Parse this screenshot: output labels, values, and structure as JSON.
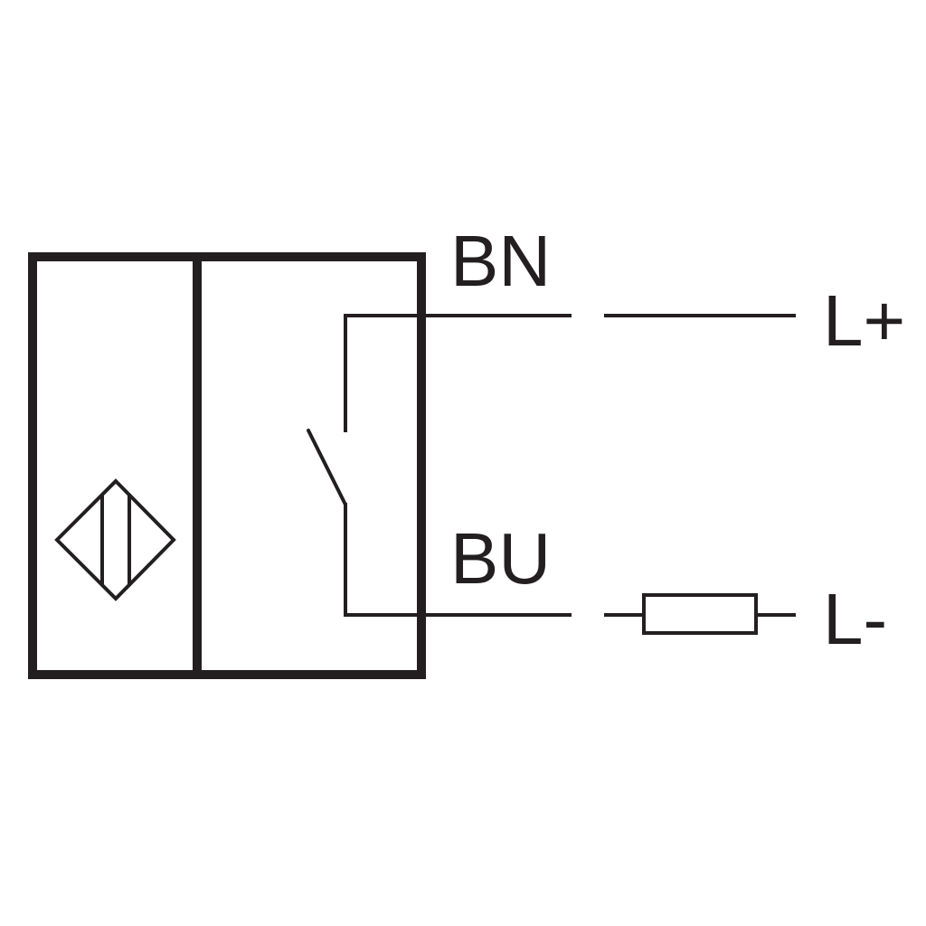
{
  "labels": {
    "brown_wire": "BN",
    "blue_wire": "BU",
    "positive_terminal": "L+",
    "negative_terminal": "L-"
  },
  "colors": {
    "ink": "#231f20",
    "background": "#ffffff"
  },
  "icons": {
    "sensor_symbol": "inductive-sensor-diamond-icon",
    "switch_symbol": "normally-open-switch-icon",
    "load_symbol": "load-resistor-icon"
  }
}
